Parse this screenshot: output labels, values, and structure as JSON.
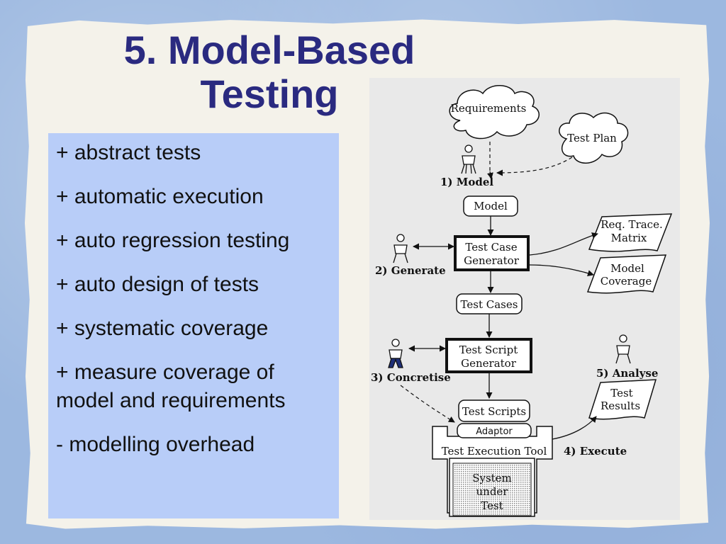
{
  "slide": {
    "title": "5. Model-Based Testing",
    "bullets": [
      "+ abstract tests",
      "+ automatic execution",
      "+ auto regression testing",
      "+ auto design of tests",
      "+ systematic coverage",
      "+ measure coverage of model and requirements",
      "- modelling overhead"
    ]
  },
  "diagram": {
    "requirements": "Requirements",
    "test_plan": "Test Plan",
    "step_model": "1) Model",
    "model": "Model",
    "test_case_generator": [
      "Test Case",
      "Generator"
    ],
    "req_trace_matrix": [
      "Req. Trace.",
      "Matrix"
    ],
    "model_coverage": [
      "Model",
      "Coverage"
    ],
    "step_generate": "2) Generate",
    "test_cases": "Test Cases",
    "test_script_generator": [
      "Test Script",
      "Generator"
    ],
    "step_concretise": "3) Concretise",
    "step_analyse": "5) Analyse",
    "test_results": [
      "Test",
      "Results"
    ],
    "test_scripts": "Test Scripts",
    "adaptor": "Adaptor",
    "test_execution_tool": "Test Execution Tool",
    "step_execute": "4) Execute",
    "system_under_test": [
      "System",
      "under",
      "Test"
    ]
  }
}
